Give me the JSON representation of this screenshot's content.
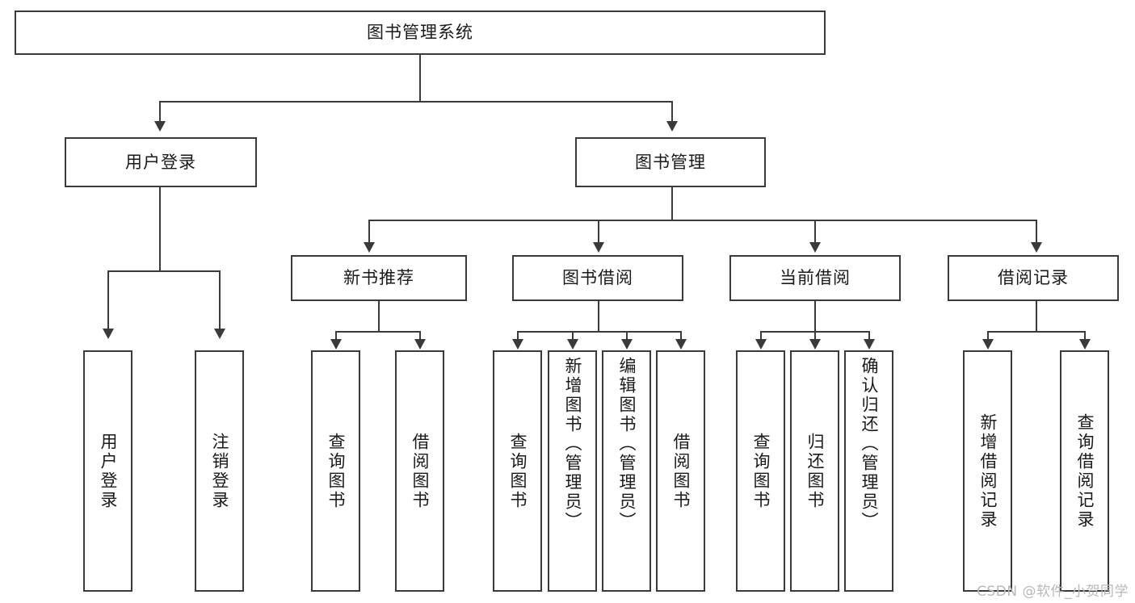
{
  "diagram": {
    "title": "图书管理系统",
    "type": "tree-hierarchy-diagram",
    "accent_color": "#3a3a3a",
    "background_color": "#ffffff",
    "root": {
      "label": "图书管理系统"
    },
    "level2": [
      {
        "label": "用户登录"
      },
      {
        "label": "图书管理"
      }
    ],
    "level3": [
      {
        "label": "新书推荐"
      },
      {
        "label": "图书借阅"
      },
      {
        "label": "当前借阅"
      },
      {
        "label": "借阅记录"
      }
    ],
    "leaves": {
      "user_login": [
        {
          "label": "用户登录"
        },
        {
          "label": "注销登录"
        }
      ],
      "new_book_recommend": [
        {
          "label": "查询图书"
        },
        {
          "label": "借阅图书"
        }
      ],
      "book_borrow": [
        {
          "label": "查询图书"
        },
        {
          "label": "新增图书（管理员）"
        },
        {
          "label": "编辑图书（管理员）"
        },
        {
          "label": "借阅图书"
        }
      ],
      "current_borrow": [
        {
          "label": "查询图书"
        },
        {
          "label": "归还图书"
        },
        {
          "label": "确认归还（管理员）"
        }
      ],
      "borrow_record": [
        {
          "label": "新增借阅记录"
        },
        {
          "label": "查询借阅记录"
        }
      ]
    }
  },
  "watermark": {
    "text": "CSDN @软件_小贺同学"
  }
}
